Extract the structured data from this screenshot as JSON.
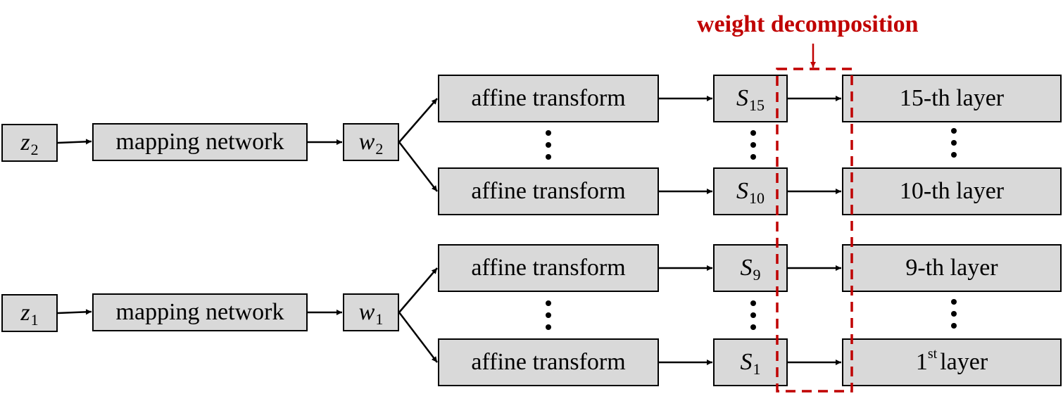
{
  "title": "weight decomposition",
  "colors": {
    "box_fill": "#d9d9d9",
    "accent": "#c00000",
    "stroke": "#000000"
  },
  "inputs": [
    {
      "var": "z",
      "sub": "2"
    },
    {
      "var": "z",
      "sub": "1"
    }
  ],
  "mapping": [
    "mapping network",
    "mapping network"
  ],
  "latents": [
    {
      "var": "w",
      "sub": "2"
    },
    {
      "var": "w",
      "sub": "1"
    }
  ],
  "affine": [
    "affine transform",
    "affine transform",
    "affine transform",
    "affine transform"
  ],
  "styles": [
    {
      "var": "S",
      "sub": "15"
    },
    {
      "var": "S",
      "sub": "10"
    },
    {
      "var": "S",
      "sub": "9"
    },
    {
      "var": "S",
      "sub": "1"
    }
  ],
  "layers": [
    {
      "pre": "15-th layer",
      "sup": "",
      "post": ""
    },
    {
      "pre": "10-th layer",
      "sup": "",
      "post": ""
    },
    {
      "pre": "9-th layer",
      "sup": "",
      "post": ""
    },
    {
      "pre": "1",
      "sup": "st",
      "post": "layer"
    }
  ]
}
